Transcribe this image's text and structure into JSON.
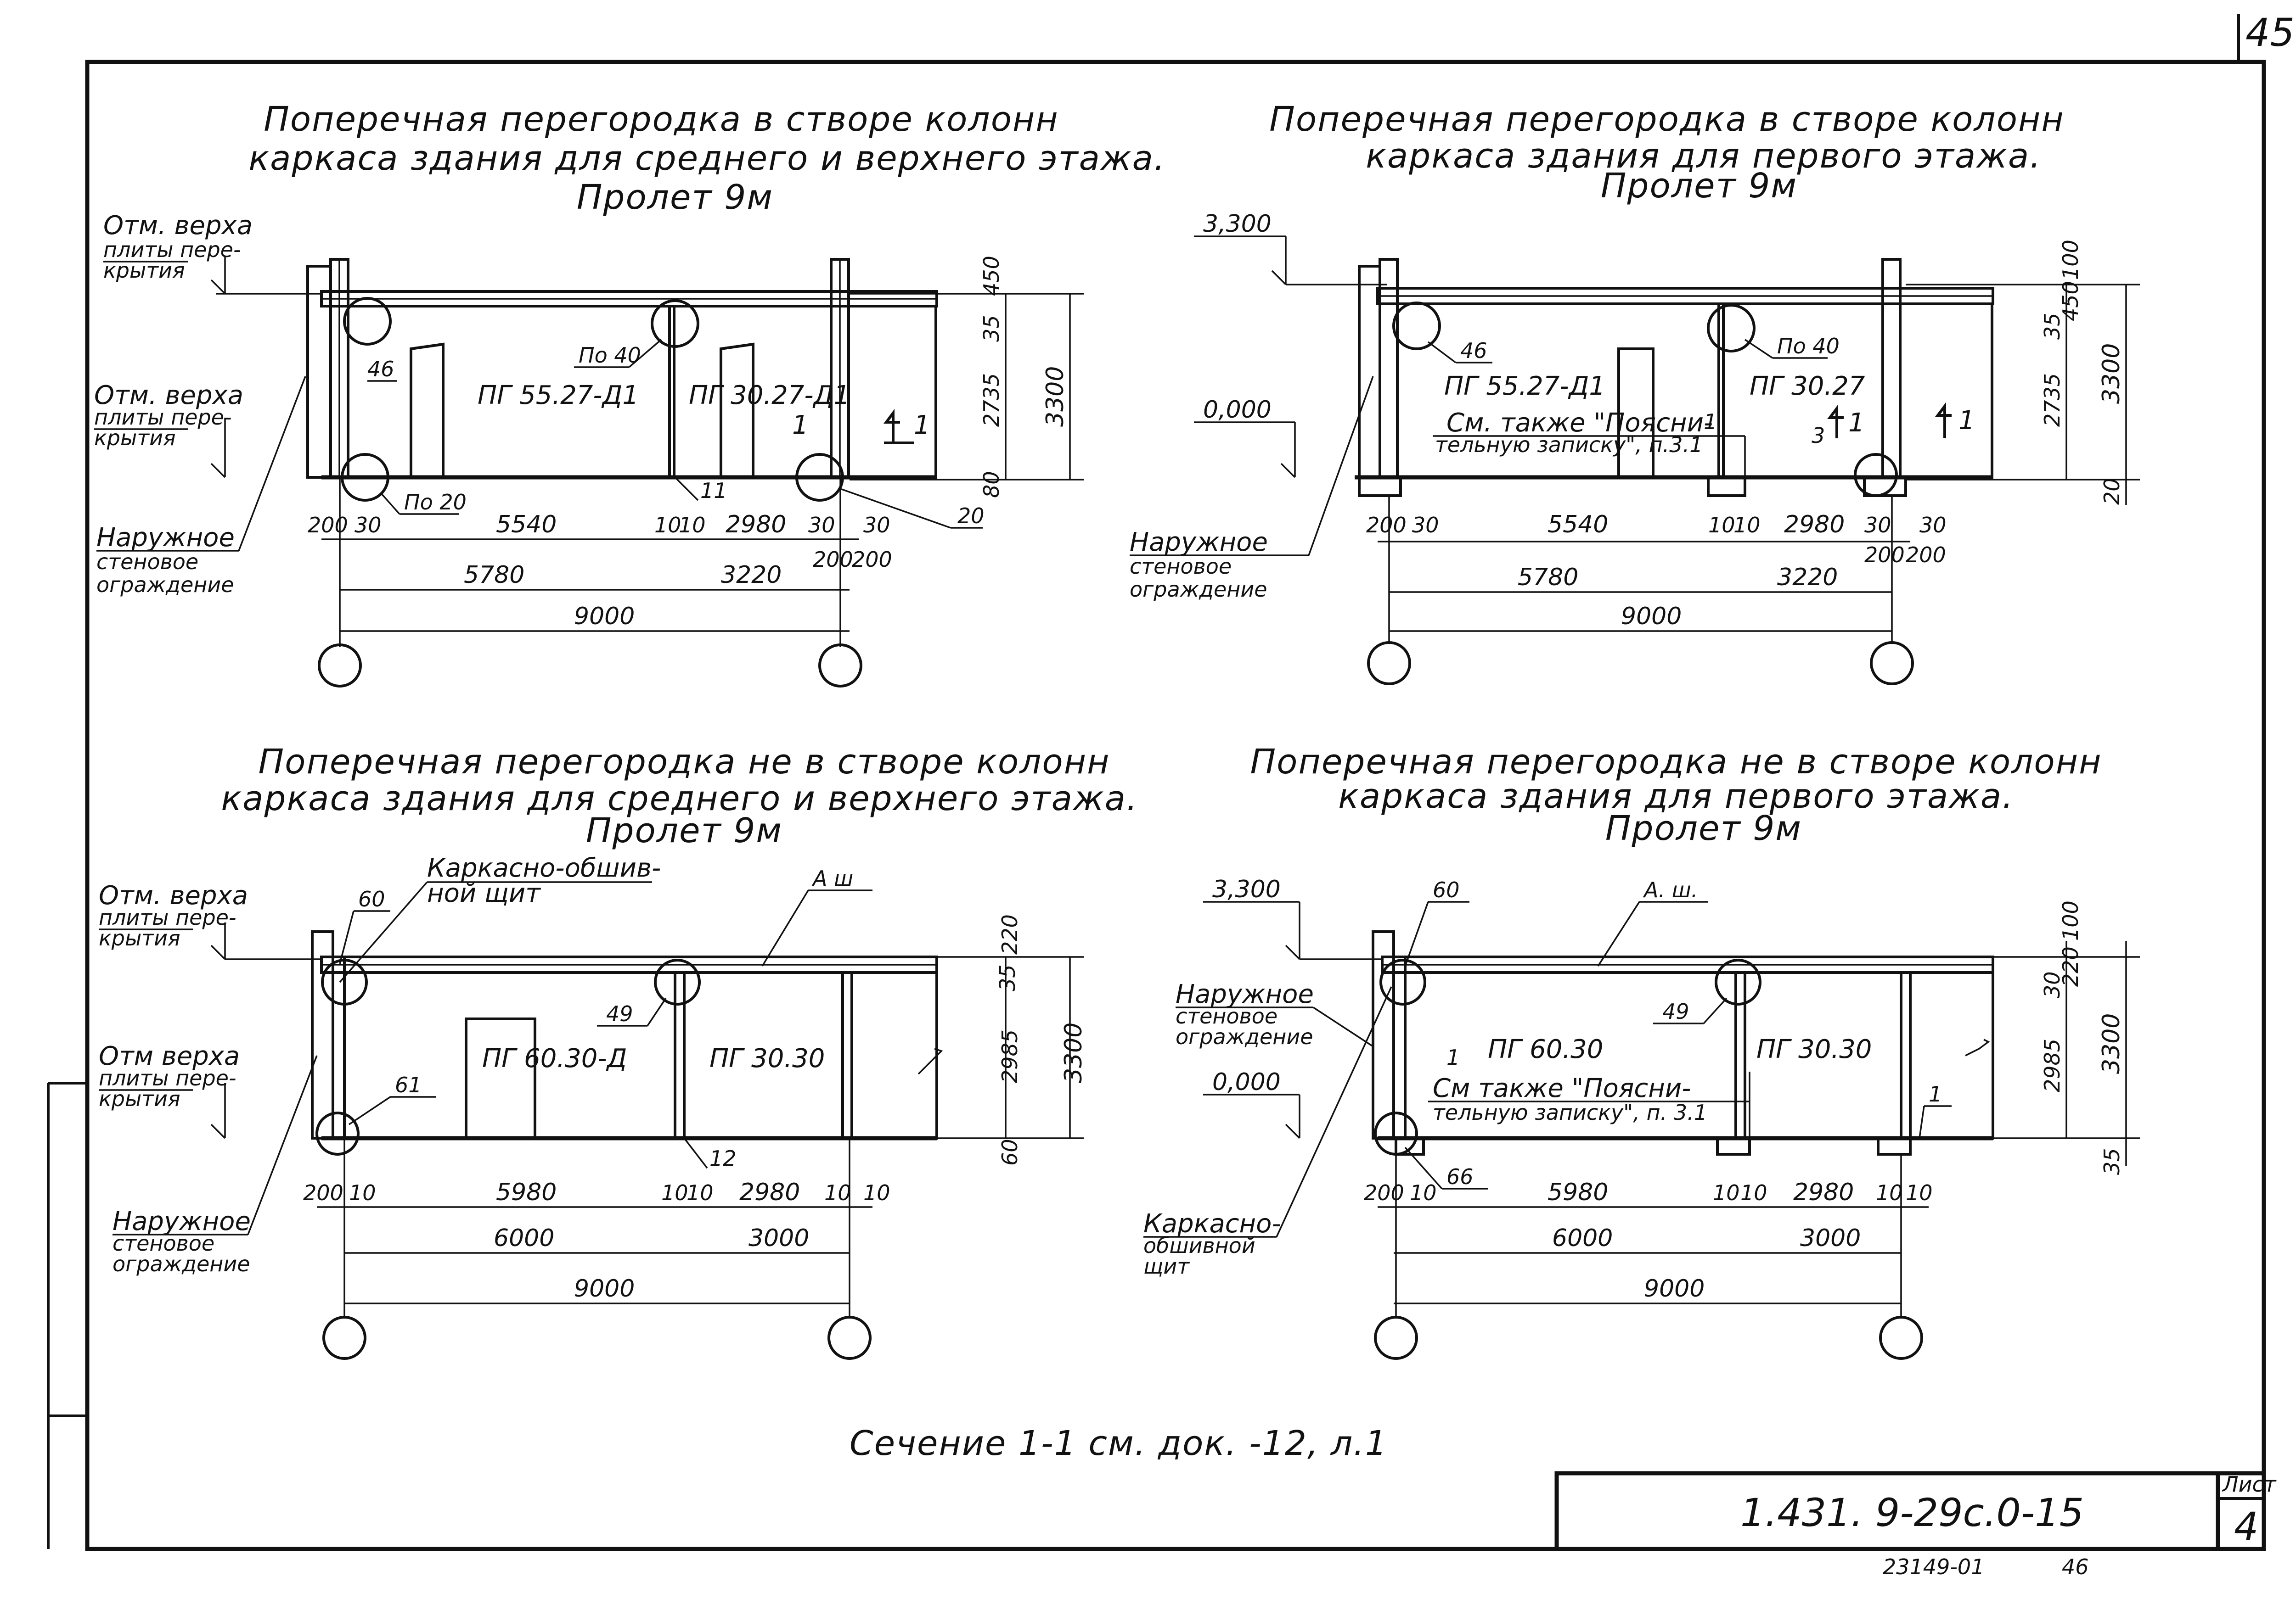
{
  "page_number": "45",
  "panels": [
    {
      "title": [
        "Поперечная перегородка в створе колонн",
        "каркаса здания для среднего и верхнего этажа.",
        "Пролет 9м"
      ],
      "level_labels": [
        [
          "Отм. верха",
          "плиты пере-",
          "крытия"
        ],
        [
          "Отм. верха",
          "плиты пере-",
          "крытия"
        ]
      ],
      "wall_label": [
        "Наружное",
        "стеновое",
        "ограждение"
      ],
      "partitions": [
        "ПГ 55.27-Д1",
        "ПГ 30.27-Д1"
      ],
      "callouts": [
        "46",
        "По 40",
        "По 20",
        "11",
        "20",
        "1",
        "1"
      ],
      "vertical_dims": [
        "35",
        "450",
        "2735",
        "80",
        "3300"
      ],
      "dims_row1": [
        "200",
        "30",
        "5540",
        "10",
        "10",
        "2980",
        "30",
        "30"
      ],
      "dims_row2": [
        "5780",
        "3220",
        "200",
        "200"
      ],
      "dims_row3": [
        "9000"
      ]
    },
    {
      "title": [
        "Поперечная перегородка в створе колонн",
        "каркаса здания для первого этажа.",
        "Пролет 9м"
      ],
      "level_labels": [
        [
          "3,300"
        ],
        [
          "0,000"
        ]
      ],
      "wall_label": [
        "Наружное",
        "стеновое",
        "ограждение"
      ],
      "partitions": [
        "ПГ 55.27-Д1",
        "ПГ 30.27"
      ],
      "callouts": [
        "46",
        "По 40",
        "1",
        "3",
        "1",
        "1"
      ],
      "note": [
        "См. также \"Поясни-",
        "тельную записку\", п.3.1"
      ],
      "vertical_dims": [
        "100",
        "35",
        "450",
        "2735",
        "20",
        "3300"
      ],
      "dims_row1": [
        "200",
        "30",
        "5540",
        "10",
        "10",
        "2980",
        "30",
        "30"
      ],
      "dims_row2": [
        "5780",
        "3220",
        "200",
        "200"
      ],
      "dims_row3": [
        "9000"
      ]
    },
    {
      "title": [
        "Поперечная перегородка не в створе колонн",
        "каркаса здания для среднего и верхнего этажа.",
        "Пролет 9м"
      ],
      "level_labels": [
        [
          "Отм. верха",
          "плиты пере-",
          "крытия"
        ],
        [
          "Отм верха",
          "плиты пере-",
          "крытия"
        ]
      ],
      "wall_label": [
        "Наружное",
        "стеновое",
        "ограждение"
      ],
      "frame_label": [
        "Каркасно-обшив-",
        "ной щит"
      ],
      "partitions": [
        "ПГ 60.30-Д",
        "ПГ 30.30"
      ],
      "callouts": [
        "60",
        "А ш",
        "49",
        "61",
        "12"
      ],
      "vertical_dims": [
        "220",
        "35",
        "2985",
        "60",
        "3300"
      ],
      "dims_row1": [
        "200",
        "10",
        "5980",
        "10",
        "10",
        "2980",
        "10",
        "10"
      ],
      "dims_row2": [
        "6000",
        "3000"
      ],
      "dims_row3": [
        "9000"
      ]
    },
    {
      "title": [
        "Поперечная перегородка не в створе колонн",
        "каркаса здания для первого этажа.",
        "Пролет 9м"
      ],
      "level_labels": [
        [
          "3,300"
        ],
        [
          "0,000"
        ]
      ],
      "wall_label": [
        "Наружное",
        "стеновое",
        "ограждение"
      ],
      "frame_label": [
        "Каркасно-",
        "обшивной",
        "щит"
      ],
      "partitions": [
        "ПГ 60.30",
        "ПГ 30.30"
      ],
      "callouts": [
        "60",
        "А. ш.",
        "49",
        "66",
        "1",
        "1"
      ],
      "note": [
        "См также \"Поясни-",
        "тельную записку\", п. 3.1"
      ],
      "vertical_dims": [
        "100",
        "30",
        "220",
        "2985",
        "35",
        "3300"
      ],
      "dims_row1": [
        "200",
        "10",
        "5980",
        "10",
        "10",
        "2980",
        "10",
        "10"
      ],
      "dims_row2": [
        "6000",
        "3000"
      ],
      "dims_row3": [
        "9000"
      ]
    }
  ],
  "section_note": "Сечение 1-1 см. док. -12, л.1",
  "title_block": {
    "document_code": "1.431. 9-29с.0-15",
    "sheet_label": "Лист",
    "sheet_number": "4"
  },
  "footer": {
    "inventory": "23149-01",
    "number": "46"
  }
}
